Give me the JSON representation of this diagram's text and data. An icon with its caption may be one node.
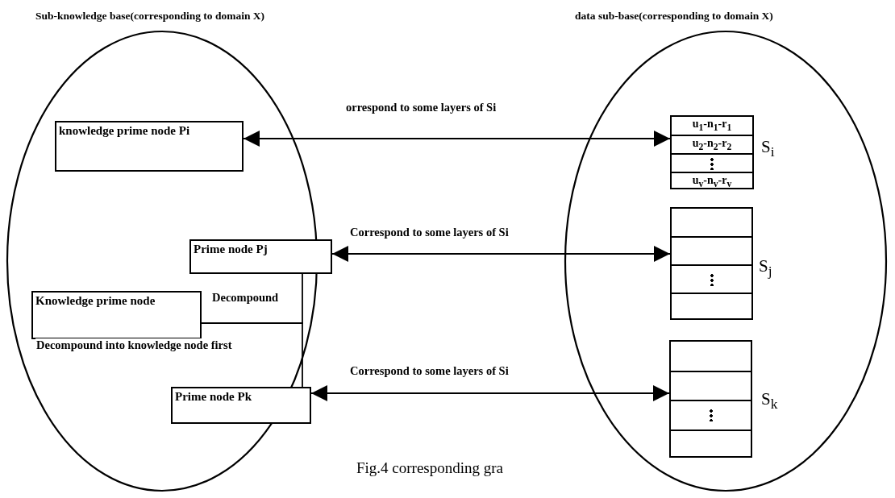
{
  "diagram": {
    "caption": "Fig.4 corresponding gra",
    "nodes": [
      {
        "text": [
          "Sub-knowledge base(corresponding to domain X)"
        ]
      },
      {
        "text": [
          "data sub-base(corresponding to domain X)"
        ]
      },
      {
        "text": [
          "knowledge prime node Pi"
        ],
        "in": 0
      },
      {
        "text": [
          "Prime node Pj"
        ],
        "in": 0
      },
      {
        "text": [
          "Knowledge prime node"
        ],
        "in": 0
      },
      {
        "text": [
          "Prime node Pk"
        ],
        "in": 0
      },
      {
        "text": [
          "u$_{1}$-n$_{1}$-r$_{1}$",
          "u$_{2}$-n$_{2}$-r$_{2}$",
          "u$_{v}$-n$_{v}$-r$_{v}$"
        ],
        "in": 1,
        "beside": [
          "S$_{i}$"
        ]
      },
      {
        "text": [],
        "shape": "box",
        "in": 1,
        "beside": [
          "S$_{j}$"
        ]
      },
      {
        "text": [],
        "shape": "box",
        "in": 1,
        "beside": [
          "S$_{k}$"
        ]
      }
    ],
    "edges": [
      {
        "from": 2,
        "to": 6,
        "arrow": "both",
        "label": "orrespond to some layers of Si"
      },
      {
        "from": 3,
        "to": 7,
        "arrow": "both",
        "label": "Correspond to some layers of Si"
      },
      {
        "from": 5,
        "to": 8,
        "arrow": "both",
        "label": "Correspond to some layers of Si"
      },
      {
        "from": 4,
        "to": 3,
        "arrow": "none",
        "label": "Decompound"
      },
      {
        "from": 4,
        "to": 5,
        "arrow": "none",
        "label": "Decompound into knowledge node first"
      }
    ]
  }
}
